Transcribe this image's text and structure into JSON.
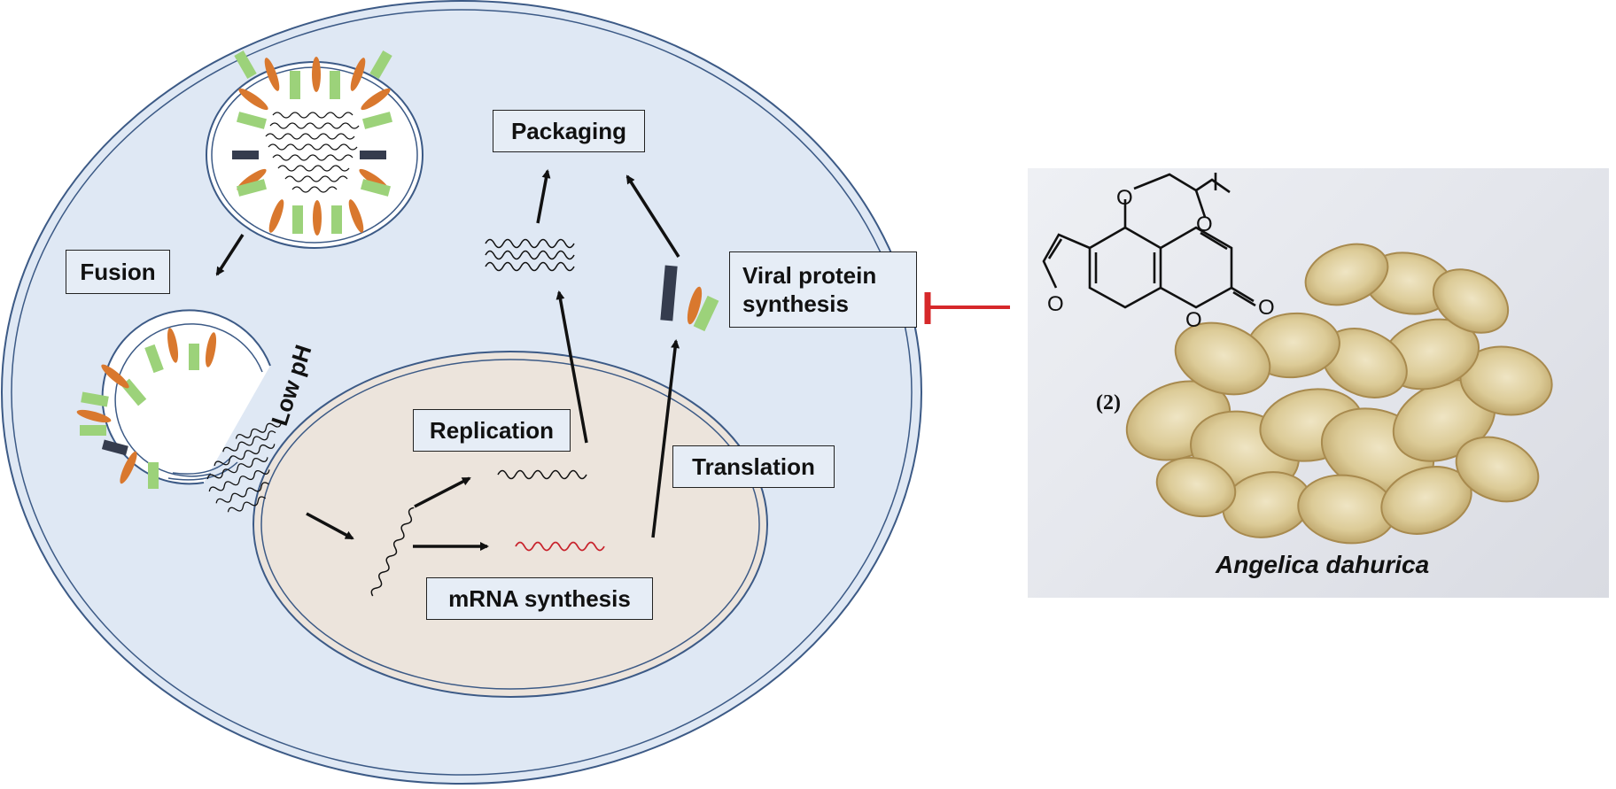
{
  "diagram": {
    "labels": {
      "fusion": "Fusion",
      "low_ph": "Low pH",
      "packaging": "Packaging",
      "viral_protein_synthesis_line1": "Viral protein",
      "viral_protein_synthesis_line2": "synthesis",
      "replication": "Replication",
      "translation": "Translation",
      "mrna_synthesis": "mRNA synthesis"
    },
    "colors": {
      "cell_fill": "#dfe8f4",
      "cell_border": "#3c5a86",
      "nucleus_fill": "#ece4dc",
      "spike_green": "#9cd27a",
      "spike_orange": "#d9782e",
      "marker_dark": "#353c4e",
      "mrna_red": "#c8232c",
      "inhibition_red": "#d6282a",
      "label_fill": "#e6edf6"
    }
  },
  "photo": {
    "species": "Angelica dahurica",
    "compound_number": "(2)",
    "atoms": {
      "ring_oxygen": "O",
      "carbonyl_oxygen": "O",
      "furan_oxygen": "O",
      "ether_oxygen": "O",
      "epoxide_oxygen": "O"
    }
  }
}
